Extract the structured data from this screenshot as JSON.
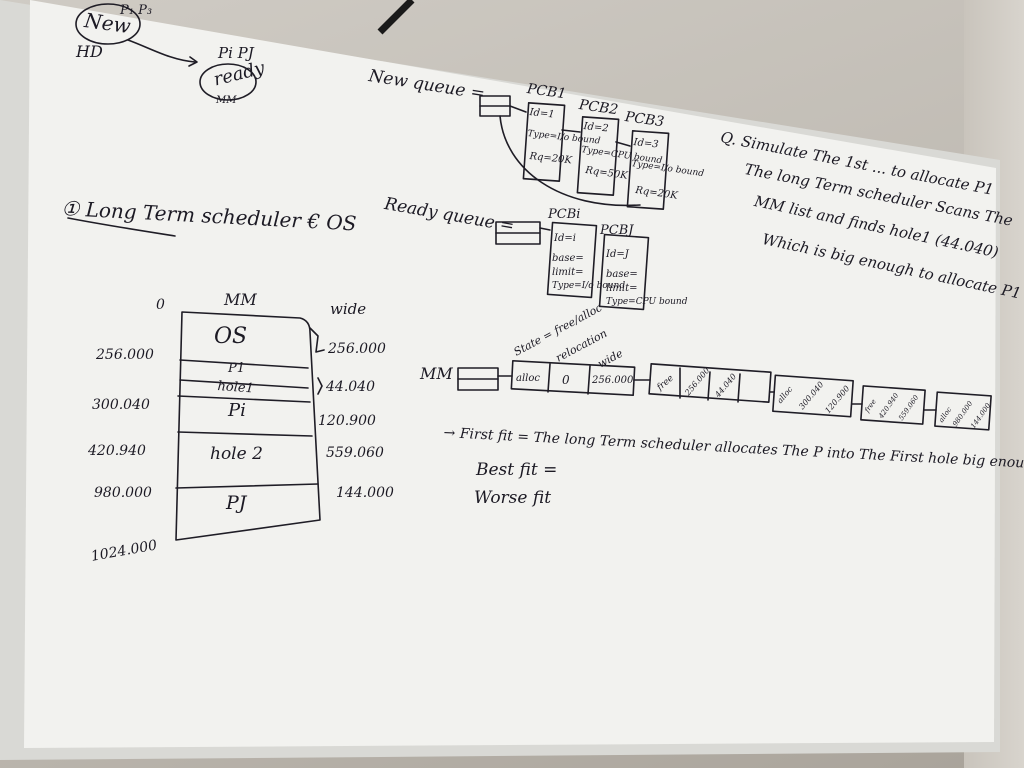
{
  "corner": {
    "new_state": "New",
    "new_marks": "P₁ P₃",
    "hd": "HD",
    "p_labels": "Pi  PJ",
    "ready_state": "ready",
    "mm": "MM"
  },
  "section": {
    "title": "① Long Term scheduler € OS"
  },
  "new_queue": {
    "label": "New queue =",
    "pcb1": {
      "title": "PCB1",
      "lines": [
        "Id=1",
        "Type=I/o bound",
        "Rq=20K"
      ]
    },
    "pcb2": {
      "title": "PCB2",
      "lines": [
        "Id=2",
        "Type=CPU bound",
        "Rq=50K"
      ]
    },
    "pcb3": {
      "title": "PCB3",
      "lines": [
        "Id=3",
        "Type=I/o bound",
        "Rq=20K"
      ]
    }
  },
  "ready_queue": {
    "label": "Ready queue =",
    "pcbi": {
      "title": "PCBi",
      "lines": [
        "Id=i",
        "base=",
        "limit=",
        "Type=I/o bound"
      ]
    },
    "pcbj": {
      "title": "PCBJ",
      "lines": [
        "Id=J",
        "base=",
        "limit=",
        "Type=CPU bound"
      ]
    }
  },
  "question": {
    "lines": [
      "Q. Simulate The 1st ... to allocate P1",
      "The long Term scheduler Scans The",
      "MM list and finds hole1 (44.040)",
      "Which is big enough to allocate P1"
    ]
  },
  "memory": {
    "title": "MM",
    "zero": "0",
    "wide_header": "wide",
    "blocks": [
      "OS",
      "P1",
      "hole1",
      "Pi",
      "hole 2",
      "PJ"
    ],
    "left_addresses": [
      "256.000",
      "300.040",
      "420.940",
      "980.000",
      "1024.000"
    ],
    "right_sizes": [
      "256.000",
      "44.040",
      "120.900",
      "559.060",
      "144.000"
    ]
  },
  "mm_list": {
    "label": "MM",
    "header_state": "State = free/alloc",
    "header_relocation": "relocation",
    "header_wide": "wide",
    "first_node": [
      "alloc",
      "0",
      "256.000"
    ],
    "node2": [
      "free",
      "256.000",
      "44.040"
    ],
    "node3": [
      "alloc",
      "300.040",
      "120.900"
    ],
    "node4": [
      "free",
      "420.940",
      "559.060"
    ],
    "node5": [
      "alloc",
      "980.000",
      "144.000"
    ]
  },
  "fits": {
    "first_fit": "→ First fit = The long Term scheduler allocates The P into The First hole big enough.",
    "best_fit": "Best fit =",
    "worse_fit": "Worse fit"
  },
  "colors": {
    "ink": "#1f1d26",
    "board": "#f2f2ef",
    "frame": "#d6d6d2"
  }
}
